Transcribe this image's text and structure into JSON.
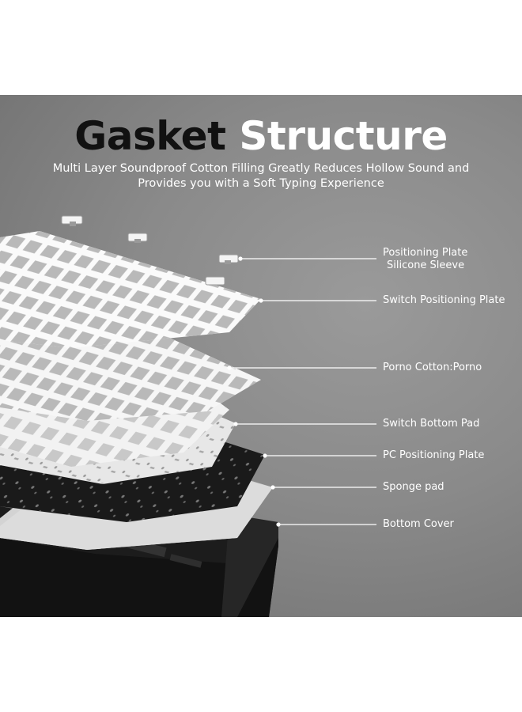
{
  "banner": {
    "title_word1": "Gasket",
    "title_word2": "Structure",
    "subtitle": "Multi Layer Soundproof Cotton Filling Greatly Reduces Hollow Sound and Provides you with a Soft Typing Experience"
  },
  "layers": [
    {
      "line1": "Positioning Plate",
      "line2": "Silicone Sleeve"
    },
    {
      "line1": "Switch Positioning Plate"
    },
    {
      "line1": "Porno Cotton:Porno"
    },
    {
      "line1": "Switch Bottom Pad"
    },
    {
      "line1": "PC Positioning Plate"
    },
    {
      "line1": "Sponge pad"
    },
    {
      "line1": "Bottom Cover"
    }
  ],
  "colors": {
    "background": "#8e8e8e",
    "title_dark": "#111111",
    "text_light": "#ffffff"
  }
}
